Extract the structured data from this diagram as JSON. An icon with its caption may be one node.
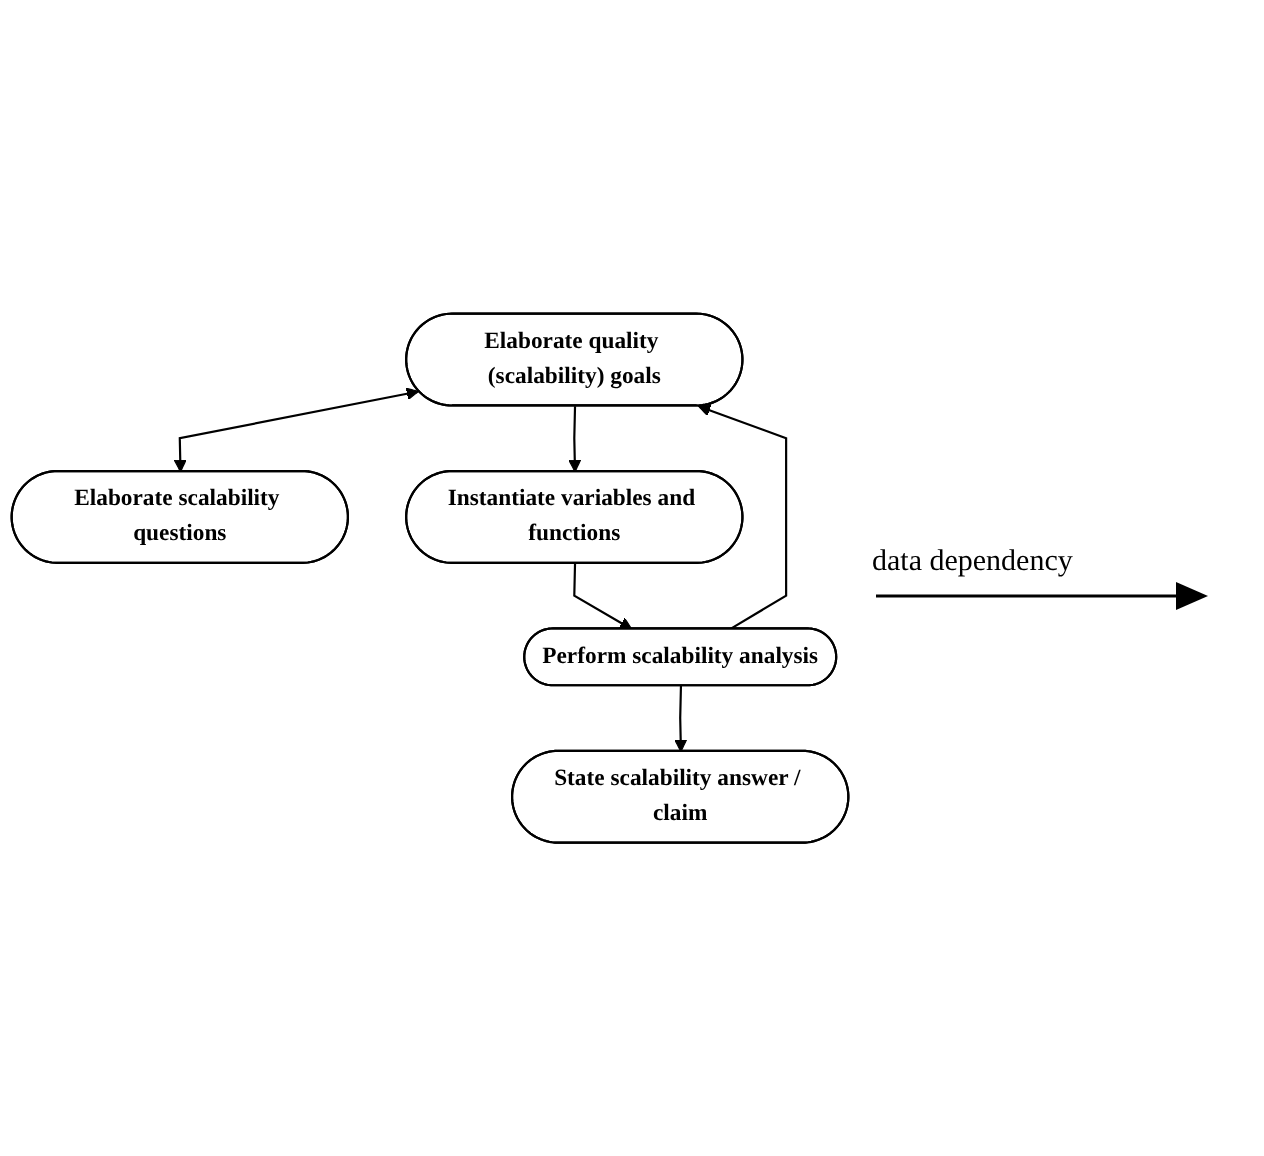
{
  "diagram": {
    "nodes": [
      {
        "text": [
          "Elaborate quality (scalability) goals"
        ]
      },
      {
        "text": [
          "Elaborate scalability questions"
        ]
      },
      {
        "text": [
          "Instantiate variables and functions"
        ]
      },
      {
        "text": [
          "Perform scalability analysis"
        ]
      },
      {
        "text": [
          "State scalability answer / claim"
        ]
      }
    ],
    "edges": [
      {
        "from": 0,
        "to": 1,
        "arrow": "both"
      },
      {
        "from": 0,
        "to": 2,
        "arrow": "to"
      },
      {
        "from": 2,
        "to": 3,
        "arrow": "to"
      },
      {
        "from": 3,
        "to": 0,
        "arrow": "to"
      },
      {
        "from": 3,
        "to": 4,
        "arrow": "to"
      }
    ],
    "legend": [
      {
        "text": "data dependency"
      }
    ]
  }
}
